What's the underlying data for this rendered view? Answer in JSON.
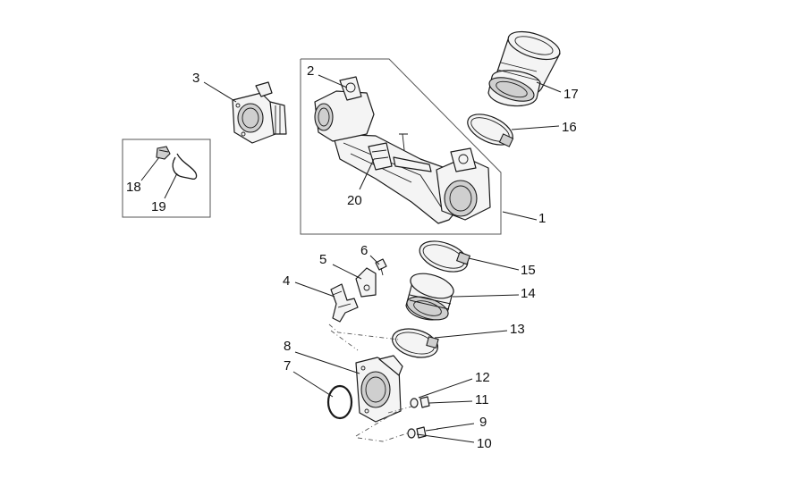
{
  "callouts": [
    {
      "label": "1"
    },
    {
      "label": "2"
    },
    {
      "label": "3"
    },
    {
      "label": "4"
    },
    {
      "label": "5"
    },
    {
      "label": "6"
    },
    {
      "label": "7"
    },
    {
      "label": "8"
    },
    {
      "label": "9"
    },
    {
      "label": "10"
    },
    {
      "label": "11"
    },
    {
      "label": "12"
    },
    {
      "label": "13"
    },
    {
      "label": "14"
    },
    {
      "label": "15"
    },
    {
      "label": "16"
    },
    {
      "label": "17"
    },
    {
      "label": "18"
    },
    {
      "label": "19"
    },
    {
      "label": "20"
    }
  ]
}
